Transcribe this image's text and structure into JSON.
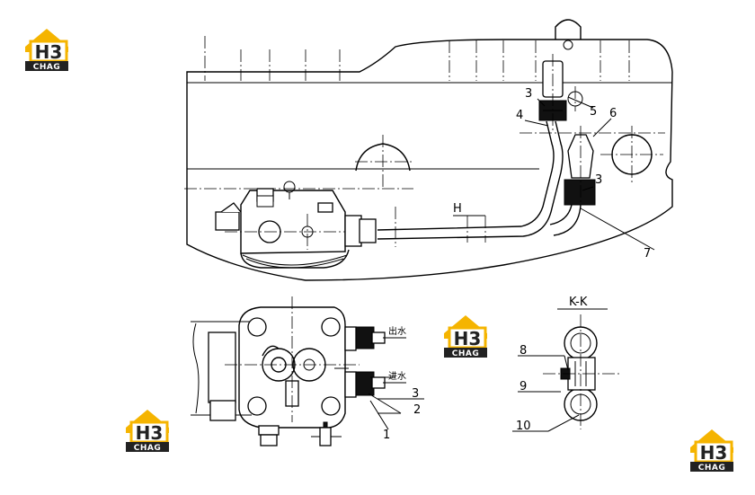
{
  "logo": {
    "mark": "H3",
    "brand": "CHAG",
    "color_gold": "#f5b400",
    "color_dark": "#222222"
  },
  "labels": {
    "section": "K-K",
    "view_mark": "H",
    "outlet": "出水",
    "inlet": "进水",
    "callouts": [
      "1",
      "2",
      "3",
      "4",
      "5",
      "6",
      "7",
      "8",
      "9",
      "10"
    ]
  }
}
